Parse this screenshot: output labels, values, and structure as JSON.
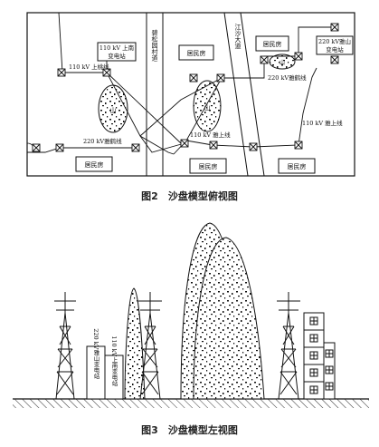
{
  "figure2": {
    "caption": "图2　沙盘模型俯视图",
    "labels": {
      "sub_shangnan": "110 kV 上南",
      "sub_shangnan2": "变电站",
      "line_shangtao": "110 kV 上桃线",
      "sub_yashan": "220 kV雅山",
      "sub_yashan2": "变电站",
      "line_yahe": "220 kV雅鹤线",
      "line_yahe2": "220 kV雅鹤线",
      "line_yashang": "110 kV 雅上线",
      "line_yashang2": "110 kV 雅上线",
      "road_bisong": "碧松园村道",
      "road_tongsha": "江沙大道",
      "shan1": "山",
      "shan2": "山",
      "shan3": "山",
      "res1": "居民房",
      "res2": "居民房",
      "res3": "居民房",
      "res4": "居民房",
      "res5": "居民房"
    }
  },
  "figure3": {
    "caption": "图3　沙盘模型左视图",
    "sub_yashan_label": "220 kV雅山变电站",
    "sub_shangnan_label": "110 kV上南变电站"
  }
}
